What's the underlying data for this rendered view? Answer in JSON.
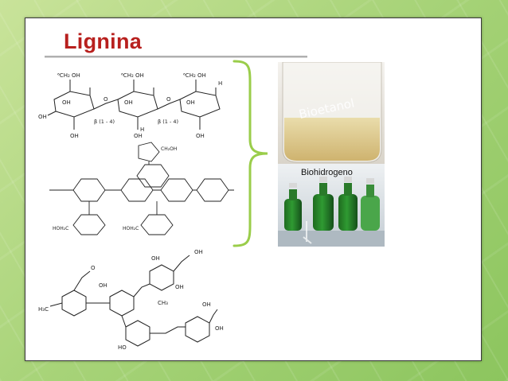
{
  "slide": {
    "title": "Lignina",
    "accent_color": "#b8201e",
    "bracket_color": "#9acd4a"
  },
  "structures": {
    "cellulose": {
      "labels": [
        "⁶CH₂ OH",
        "⁶CH₂ OH",
        "⁶CH₂ OH",
        "OH",
        "OH",
        "OH",
        "OH",
        "OH",
        "OH",
        "OH",
        "H",
        "H",
        "O",
        "O",
        "β (1 - 4)",
        "β (1 - 4)"
      ]
    },
    "hemicellulose": {
      "labels": [
        "CH₂OH",
        "HOH₂C",
        "HOH₂C"
      ]
    },
    "lignin": {
      "labels": [
        "H₃C",
        "O",
        "HO",
        "OH",
        "OH",
        "OH",
        "OH",
        "OH",
        "OH",
        "CH₃"
      ]
    }
  },
  "photo": {
    "beaker_text": "Bioetanol",
    "caption": "Biohidrogeno"
  }
}
